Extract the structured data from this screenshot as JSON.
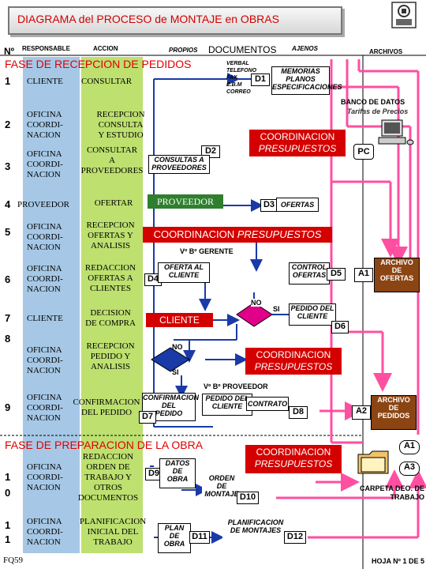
{
  "title": "DIAGRAMA del PROCESO de MONTAJE en OBRAS",
  "logo_icon": "company-logo-icon",
  "headers": {
    "num": "Nº",
    "responsable": "RESPONSABLE",
    "accion": "ACCION",
    "propios": "PROPIOS",
    "documentos": "DOCUMENTOS",
    "ajenos": "AJENOS",
    "archivos": "ARCHIVOS"
  },
  "phases": {
    "recepcion": "FASE DE RECEPCION DE PEDIDOS",
    "preparacion": "FASE DE PREPARACION DE LA OBRA"
  },
  "rows": [
    {
      "num": "1",
      "resp": [
        "CLIENTE"
      ],
      "action": [
        "CONSULTAR"
      ]
    },
    {
      "num": "2",
      "resp": [
        "OFICINA",
        "COORDI-",
        "NACION"
      ],
      "action": [
        "RECEPCION",
        "CONSULTA",
        "Y ESTUDIO"
      ]
    },
    {
      "num": "3",
      "resp": [
        "OFICINA",
        "COORDI-",
        "NACION"
      ],
      "action": [
        "CONSULTAR",
        "A",
        "PROVEEDORES"
      ]
    },
    {
      "num": "4",
      "resp": [
        "PROVEEDOR"
      ],
      "action": [
        "OFERTAR"
      ]
    },
    {
      "num": "5",
      "resp": [
        "OFICINA",
        "COORDI-",
        "NACION"
      ],
      "action": [
        "RECEPCION",
        "OFERTAS Y",
        "ANALISIS"
      ]
    },
    {
      "num": "6",
      "resp": [
        "OFICINA",
        "COORDI-",
        "NACION"
      ],
      "action": [
        "REDACCION",
        "OFERTAS A",
        "CLIENTES"
      ]
    },
    {
      "num": "7",
      "resp": [
        "CLIENTE"
      ],
      "action": [
        "DECISION",
        "DE COMPRA"
      ]
    },
    {
      "num": "8",
      "resp": [
        "OFICINA",
        "COORDI-",
        "NACION"
      ],
      "action": [
        "RECEPCION",
        "PEDIDO Y",
        "ANALISIS"
      ]
    },
    {
      "num": "9",
      "resp": [
        "OFICINA",
        "COORDI-",
        "NACION"
      ],
      "action": [
        "CONFIRMACION",
        "DEL PEDIDO"
      ]
    },
    {
      "num": "1\n0",
      "resp": [
        "OFICINA",
        "COORDI-",
        "NACION"
      ],
      "action": [
        "REDACCION",
        "ORDEN DE",
        "TRABAJO Y",
        "OTROS",
        "DOCUMENTOS"
      ]
    },
    {
      "num": "1\n1",
      "resp": [
        "OFICINA",
        "COORDI-",
        "NACION"
      ],
      "action": [
        "PLANIFICACION",
        "INICIAL DEL",
        "TRABAJO"
      ]
    }
  ],
  "external_docs": [
    "VERBAL",
    "TELEFONO",
    "FAX",
    "E.B.M",
    "CORREO"
  ],
  "docs": {
    "d1_code": "D1",
    "d1_lines": [
      "MEMORIAS",
      "PLANOS",
      "ESPECIFICACIONES"
    ],
    "d2_code": "D2",
    "d2_lines": [
      "CONSULTAS A",
      "PROVEEDORES"
    ],
    "d3_code": "D3",
    "d3_text": "OFERTAS",
    "d4_code": "D4",
    "d4_lines": [
      "OFERTA AL",
      "CLIENTE"
    ],
    "d5_code": "D5",
    "d5_lines": [
      "CONTROL",
      "OFERTAS"
    ],
    "d6_code": "D6",
    "d6_lines": [
      "PEDIDO DEL",
      "CLIENTE"
    ],
    "d7_code": "D7",
    "d7_lines": [
      "CONFIRMACION",
      "DEL",
      "PEDIDO"
    ],
    "d8_code": "D8",
    "d8_lines": [
      "PEDIDO DEL",
      "CLIENTE"
    ],
    "d8_contrato": "CONTRATO",
    "d9_code": "D9",
    "d9_lines": [
      "DATOS",
      "DE",
      "OBRA"
    ],
    "d10_code": "D10",
    "d10_lines": [
      "ORDEN",
      "DE",
      "MONTAJE"
    ],
    "d11_code": "D11",
    "d11_lines": [
      "PLAN",
      "DE",
      "OBRA"
    ],
    "d12_code": "D12",
    "d12_lines": [
      "PLANIFICACION",
      "DE MONTAJES"
    ]
  },
  "coord": {
    "row2": [
      "COORDINACION",
      "PRESUPUESTOS"
    ],
    "row5": [
      "COORDINACION",
      "PRESUPUESTOS"
    ],
    "row8": [
      "COORDINACION",
      "PRESUPUESTOS"
    ],
    "row10": [
      "COORDINACION",
      "PRESUPUESTOS"
    ]
  },
  "proveedor_box": "PROVEEDOR",
  "cliente_box": "CLIENTE",
  "vb_gerente": "Vº Bº GERENTE",
  "vb_proveedor": "Vº Bº PROVEEDOR",
  "decision_no": "NO",
  "decision_si": "SI",
  "bd": {
    "title": "BANCO DE DATOS",
    "sub": "Tarifas de Precios"
  },
  "pc": "PC",
  "pc_icon": "computer-icon",
  "archive_ofertas": {
    "code": "A1",
    "lines": [
      "ARCHIVO",
      "DE",
      "OFERTAS"
    ]
  },
  "archive_pedidos": {
    "code": "A2",
    "lines": [
      "ARCHIVO",
      "DE",
      "PEDIDOS"
    ]
  },
  "a1_top": "A1",
  "a3": "A3",
  "carpeta": [
    "CARPETA DEO. DE",
    "TRABAJO"
  ],
  "folder_icon": "folder-icon",
  "footer_left": "FQ59",
  "footer_right": "HOJA Nº 1 DE 5",
  "colors": {
    "title": "#d00000",
    "coord": "#d40000",
    "resp_col": "#a6c8e6",
    "action_col": "#bde06f",
    "proveedor": "#2f7f2f",
    "decision": "#e0008a",
    "archive": "#8b4513",
    "arrow_pink": "#ff4fa0"
  }
}
